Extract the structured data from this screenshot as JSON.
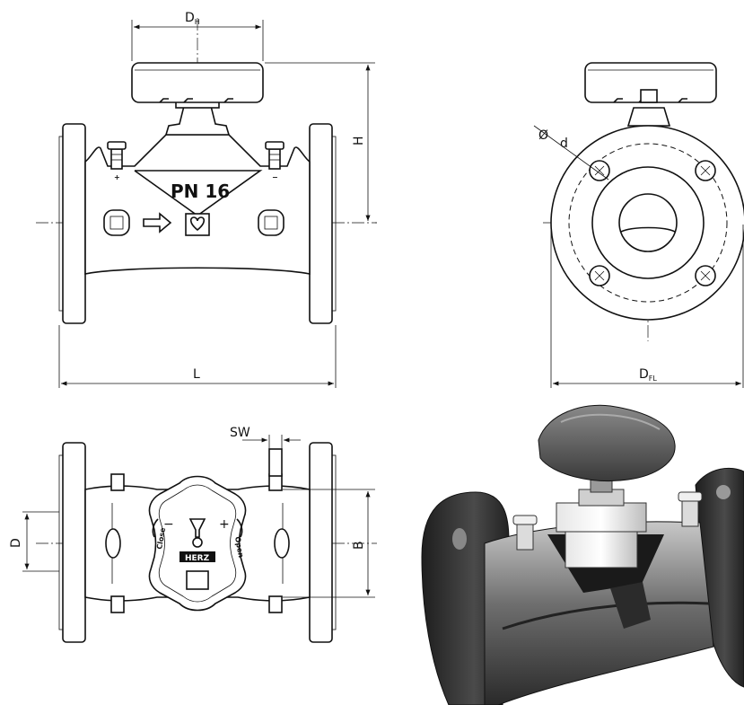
{
  "labels": {
    "dim_dh": "D",
    "dim_dh_sub": "H",
    "dim_h": "H",
    "dim_l": "L",
    "marking": "PN 16",
    "dim_phi": "Ø",
    "dim_d_small": "d",
    "dim_dfl": "D",
    "dim_dfl_sub": "FL",
    "dim_sw": "SW",
    "dim_d": "D",
    "dim_b": "B",
    "close_label": "Close",
    "open_label": "Open",
    "brand": "HERZ",
    "plus_sign": "+",
    "minus_sign": "−"
  }
}
